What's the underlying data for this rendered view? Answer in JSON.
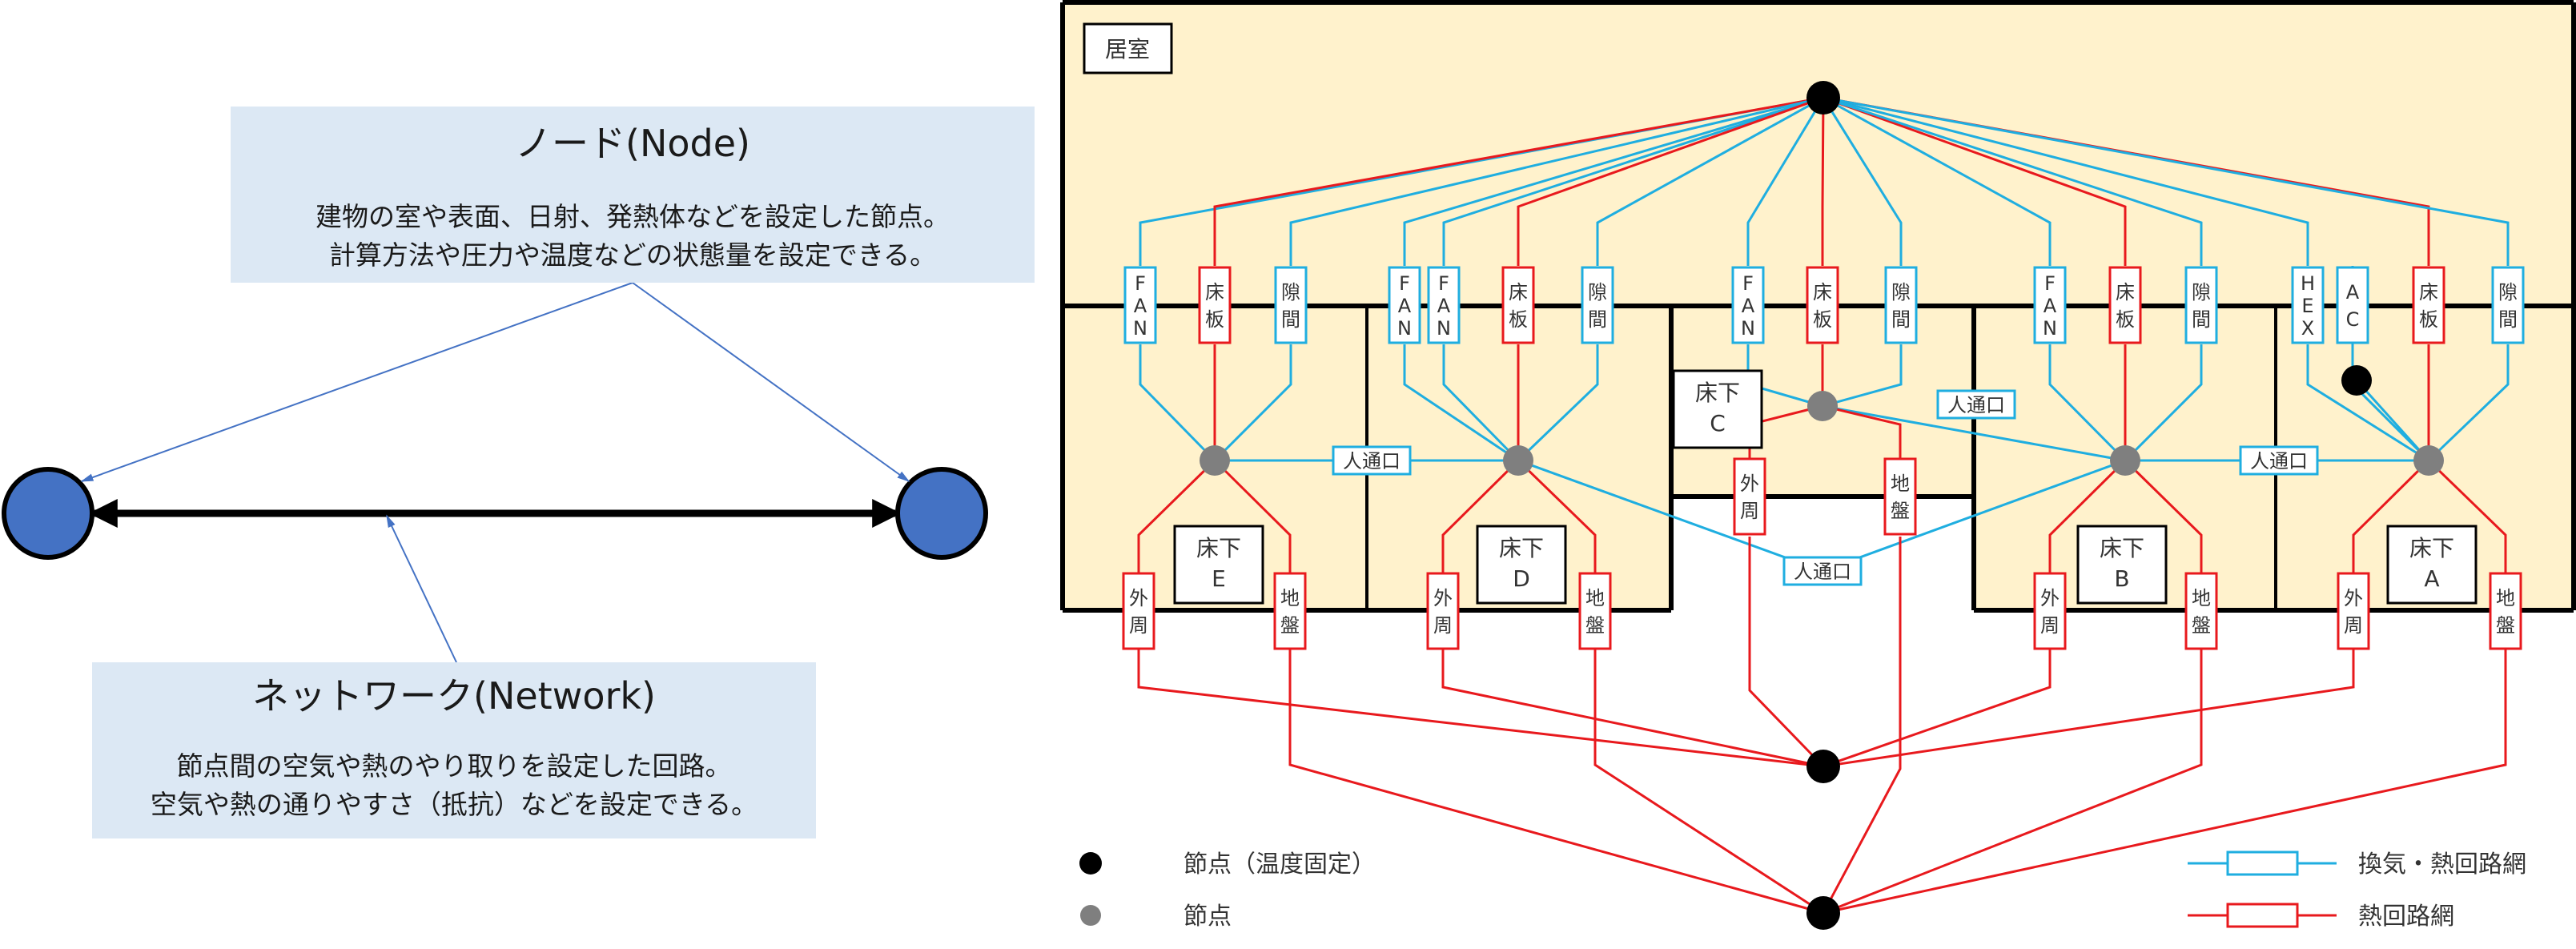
{
  "left_panel": {
    "node_title": "ノード(Node)",
    "node_desc": [
      "建物の室や表面、日射、発熱体などを設定した節点。",
      "計算方法や圧力や温度などの状態量を設定できる。"
    ],
    "network_title": "ネットワーク(Network)",
    "network_desc": [
      "節点間の空気や熱のやり取りを設定した回路。",
      "空気や熱の通りやすさ（抵抗）などを設定できる。"
    ]
  },
  "right_panel": {
    "room_label": "居室",
    "underfloor": [
      {
        "label": [
          "床下",
          "E"
        ]
      },
      {
        "label": [
          "床下",
          "D"
        ]
      },
      {
        "label": [
          "床下",
          "C"
        ]
      },
      {
        "label": [
          "床下",
          "B"
        ]
      },
      {
        "label": [
          "床下",
          "A"
        ]
      }
    ],
    "element_labels": {
      "fan": [
        "F",
        "A",
        "N"
      ],
      "floor_plate": [
        "床",
        "板"
      ],
      "gap": [
        "隙",
        "間"
      ],
      "hex": [
        "H",
        "E",
        "X"
      ],
      "ac": [
        "A",
        "C"
      ],
      "perimeter": [
        "外",
        "周"
      ],
      "ground": [
        "地",
        "盤"
      ],
      "passage": "人通口"
    },
    "legend": {
      "fixed_node": "節点（温度固定）",
      "node": "節点",
      "vent_heat": "換気・熱回路網",
      "heat": "熱回路網"
    },
    "colors": {
      "blue": "#1faee0",
      "red": "#e8191d",
      "room_fill": "#fff2cc",
      "node_gray": "#7f7f7f",
      "node_circle": "#4472c4",
      "callout_bg": "#dce8f4"
    }
  }
}
